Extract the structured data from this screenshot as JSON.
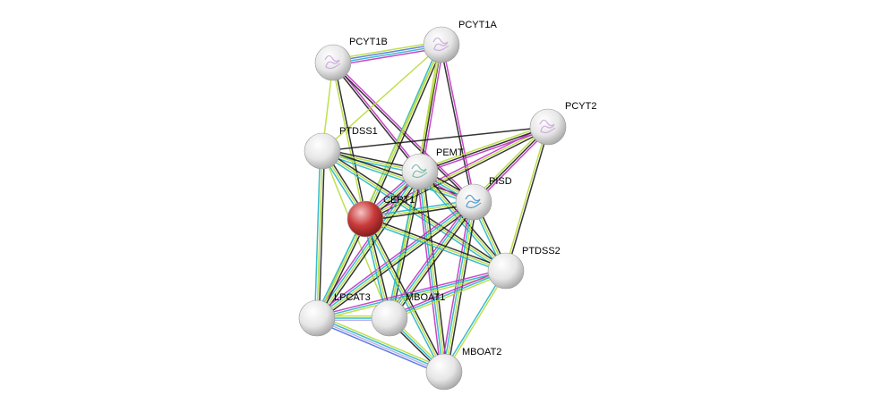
{
  "network": {
    "nodes": [
      {
        "id": "PCYT1B",
        "label": "PCYT1B",
        "query": false,
        "has_structure": true,
        "structure_color": "#c9a0dc"
      },
      {
        "id": "PCYT1A",
        "label": "PCYT1A",
        "query": false,
        "has_structure": true,
        "structure_color": "#c9a0dc"
      },
      {
        "id": "PCYT2",
        "label": "PCYT2",
        "query": false,
        "has_structure": true,
        "structure_color": "#c9a0dc"
      },
      {
        "id": "PTDSS1",
        "label": "PTDSS1",
        "query": false,
        "has_structure": false
      },
      {
        "id": "PEMT",
        "label": "PEMT",
        "query": false,
        "has_structure": true,
        "structure_color": "#6fb3a0"
      },
      {
        "id": "PISD",
        "label": "PISD",
        "query": false,
        "has_structure": true,
        "structure_color": "#3a8fc4"
      },
      {
        "id": "CEPT1",
        "label": "CEPT1",
        "query": true,
        "has_structure": false
      },
      {
        "id": "PTDSS2",
        "label": "PTDSS2",
        "query": false,
        "has_structure": false
      },
      {
        "id": "LPCAT3",
        "label": "LPCAT3",
        "query": false,
        "has_structure": false
      },
      {
        "id": "MBOAT1",
        "label": "MBOAT1",
        "query": false,
        "has_structure": false
      },
      {
        "id": "MBOAT2",
        "label": "MBOAT2",
        "query": false,
        "has_structure": false
      }
    ],
    "edge_colors": {
      "black": "#1e1e1e",
      "yellow": "#b8dc3c",
      "magenta": "#c232c2",
      "cyan": "#22b4c8",
      "blue": "#4b6fe0",
      "lavender": "#b7a8e8"
    },
    "node_colors": {
      "query_fill": "#c93a3a",
      "default_fill": "#e6e6e6"
    },
    "edges": [
      {
        "source": "PCYT1B",
        "target": "PCYT1A",
        "colors": [
          "yellow",
          "blue",
          "cyan",
          "magenta"
        ]
      },
      {
        "source": "PCYT1B",
        "target": "PTDSS1",
        "colors": [
          "yellow"
        ]
      },
      {
        "source": "PCYT1B",
        "target": "CEPT1",
        "colors": [
          "black",
          "yellow"
        ]
      },
      {
        "source": "PCYT1B",
        "target": "PEMT",
        "colors": [
          "magenta",
          "black"
        ]
      },
      {
        "source": "PCYT1B",
        "target": "PISD",
        "colors": [
          "magenta",
          "black"
        ]
      },
      {
        "source": "PCYT1A",
        "target": "PTDSS1",
        "colors": [
          "yellow"
        ]
      },
      {
        "source": "PCYT1A",
        "target": "CEPT1",
        "colors": [
          "black",
          "yellow",
          "cyan"
        ]
      },
      {
        "source": "PCYT1A",
        "target": "PEMT",
        "colors": [
          "magenta",
          "black",
          "yellow"
        ]
      },
      {
        "source": "PCYT1A",
        "target": "PISD",
        "colors": [
          "magenta",
          "black"
        ]
      },
      {
        "source": "PCYT1A",
        "target": "LPCAT3",
        "colors": [
          "yellow"
        ]
      },
      {
        "source": "PCYT1A",
        "target": "MBOAT1",
        "colors": [
          "yellow"
        ]
      },
      {
        "source": "PCYT2",
        "target": "PTDSS1",
        "colors": [
          "black"
        ]
      },
      {
        "source": "PCYT2",
        "target": "CEPT1",
        "colors": [
          "black",
          "yellow",
          "magenta"
        ]
      },
      {
        "source": "PCYT2",
        "target": "PEMT",
        "colors": [
          "magenta",
          "black",
          "yellow"
        ]
      },
      {
        "source": "PCYT2",
        "target": "PISD",
        "colors": [
          "magenta",
          "black",
          "yellow"
        ]
      },
      {
        "source": "PCYT2",
        "target": "PTDSS2",
        "colors": [
          "black",
          "yellow"
        ]
      },
      {
        "source": "PTDSS1",
        "target": "CEPT1",
        "colors": [
          "black",
          "yellow",
          "cyan"
        ]
      },
      {
        "source": "PTDSS1",
        "target": "PEMT",
        "colors": [
          "black",
          "yellow",
          "cyan"
        ]
      },
      {
        "source": "PTDSS1",
        "target": "PISD",
        "colors": [
          "black",
          "yellow",
          "cyan"
        ]
      },
      {
        "source": "PTDSS1",
        "target": "PTDSS2",
        "colors": [
          "black",
          "yellow",
          "cyan"
        ]
      },
      {
        "source": "PTDSS1",
        "target": "LPCAT3",
        "colors": [
          "black",
          "yellow",
          "cyan"
        ]
      },
      {
        "source": "PTDSS1",
        "target": "MBOAT1",
        "colors": [
          "yellow"
        ]
      },
      {
        "source": "PEMT",
        "target": "CEPT1",
        "colors": [
          "black",
          "yellow",
          "cyan",
          "magenta"
        ]
      },
      {
        "source": "PEMT",
        "target": "PISD",
        "colors": [
          "black",
          "yellow",
          "cyan",
          "magenta"
        ]
      },
      {
        "source": "PEMT",
        "target": "PTDSS2",
        "colors": [
          "black",
          "yellow",
          "cyan"
        ]
      },
      {
        "source": "PEMT",
        "target": "LPCAT3",
        "colors": [
          "black",
          "yellow",
          "cyan",
          "magenta"
        ]
      },
      {
        "source": "PEMT",
        "target": "MBOAT1",
        "colors": [
          "black",
          "yellow",
          "cyan"
        ]
      },
      {
        "source": "PEMT",
        "target": "MBOAT2",
        "colors": [
          "black",
          "yellow",
          "cyan",
          "magenta"
        ]
      },
      {
        "source": "PISD",
        "target": "CEPT1",
        "colors": [
          "black",
          "yellow",
          "cyan"
        ]
      },
      {
        "source": "PISD",
        "target": "PTDSS2",
        "colors": [
          "black",
          "yellow",
          "cyan"
        ]
      },
      {
        "source": "PISD",
        "target": "LPCAT3",
        "colors": [
          "black",
          "yellow",
          "cyan",
          "magenta"
        ]
      },
      {
        "source": "PISD",
        "target": "MBOAT1",
        "colors": [
          "black",
          "yellow",
          "cyan",
          "magenta"
        ]
      },
      {
        "source": "PISD",
        "target": "MBOAT2",
        "colors": [
          "black",
          "yellow",
          "cyan",
          "magenta"
        ]
      },
      {
        "source": "CEPT1",
        "target": "PTDSS2",
        "colors": [
          "black",
          "yellow",
          "cyan"
        ]
      },
      {
        "source": "CEPT1",
        "target": "LPCAT3",
        "colors": [
          "black",
          "yellow",
          "cyan"
        ]
      },
      {
        "source": "CEPT1",
        "target": "MBOAT1",
        "colors": [
          "black",
          "yellow",
          "cyan"
        ]
      },
      {
        "source": "CEPT1",
        "target": "MBOAT2",
        "colors": [
          "black",
          "yellow",
          "cyan"
        ]
      },
      {
        "source": "PTDSS2",
        "target": "LPCAT3",
        "colors": [
          "yellow",
          "cyan",
          "magenta"
        ]
      },
      {
        "source": "PTDSS2",
        "target": "MBOAT1",
        "colors": [
          "yellow",
          "cyan",
          "magenta"
        ]
      },
      {
        "source": "PTDSS2",
        "target": "MBOAT2",
        "colors": [
          "yellow",
          "cyan"
        ]
      },
      {
        "source": "LPCAT3",
        "target": "MBOAT1",
        "colors": [
          "yellow",
          "cyan",
          "lavender"
        ]
      },
      {
        "source": "LPCAT3",
        "target": "MBOAT2",
        "colors": [
          "yellow",
          "cyan",
          "lavender",
          "blue"
        ]
      },
      {
        "source": "MBOAT1",
        "target": "MBOAT2",
        "colors": [
          "yellow",
          "cyan",
          "black"
        ]
      }
    ]
  }
}
